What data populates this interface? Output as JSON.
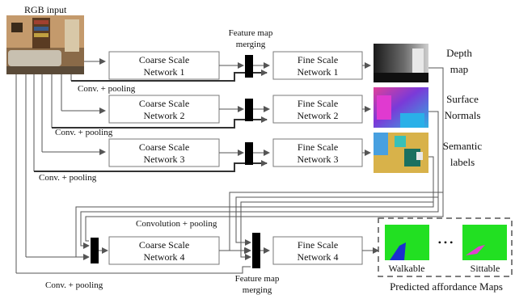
{
  "input": {
    "label": "RGB input"
  },
  "networks": [
    {
      "coarse": "Coarse Scale|Network 1",
      "fine": "Fine Scale|Network 1",
      "output": "Depth|map",
      "pooling": "Conv. + pooling"
    },
    {
      "coarse": "Coarse Scale|Network 2",
      "fine": "Fine Scale|Network 2",
      "output": "Surface|Normals",
      "pooling": "Conv. + pooling"
    },
    {
      "coarse": "Coarse Scale|Network 3",
      "fine": "Fine Scale|Network 3",
      "output": "Semantic|labels",
      "pooling": "Conv. + pooling"
    },
    {
      "coarse": "Coarse Scale|Network 4",
      "fine": "Fine Scale|Network 4",
      "pooling": "Conv. + pooling"
    }
  ],
  "labels": {
    "feature_merge_top": "Feature map|merging",
    "feature_merge_bottom": "Feature map|merging",
    "conv_pool_bottom": "Convolution + pooling"
  },
  "affordance": {
    "maps": [
      "Walkable",
      "Sittable"
    ],
    "ellipsis": "• • •",
    "caption": "Predicted affordance Maps"
  },
  "colors": {
    "line": "#555555",
    "box_stroke": "#7a7a7a",
    "affordance_green": "#22e022",
    "walkable_blue": "#1a2fd0",
    "sittable_pink": "#e040d0"
  }
}
